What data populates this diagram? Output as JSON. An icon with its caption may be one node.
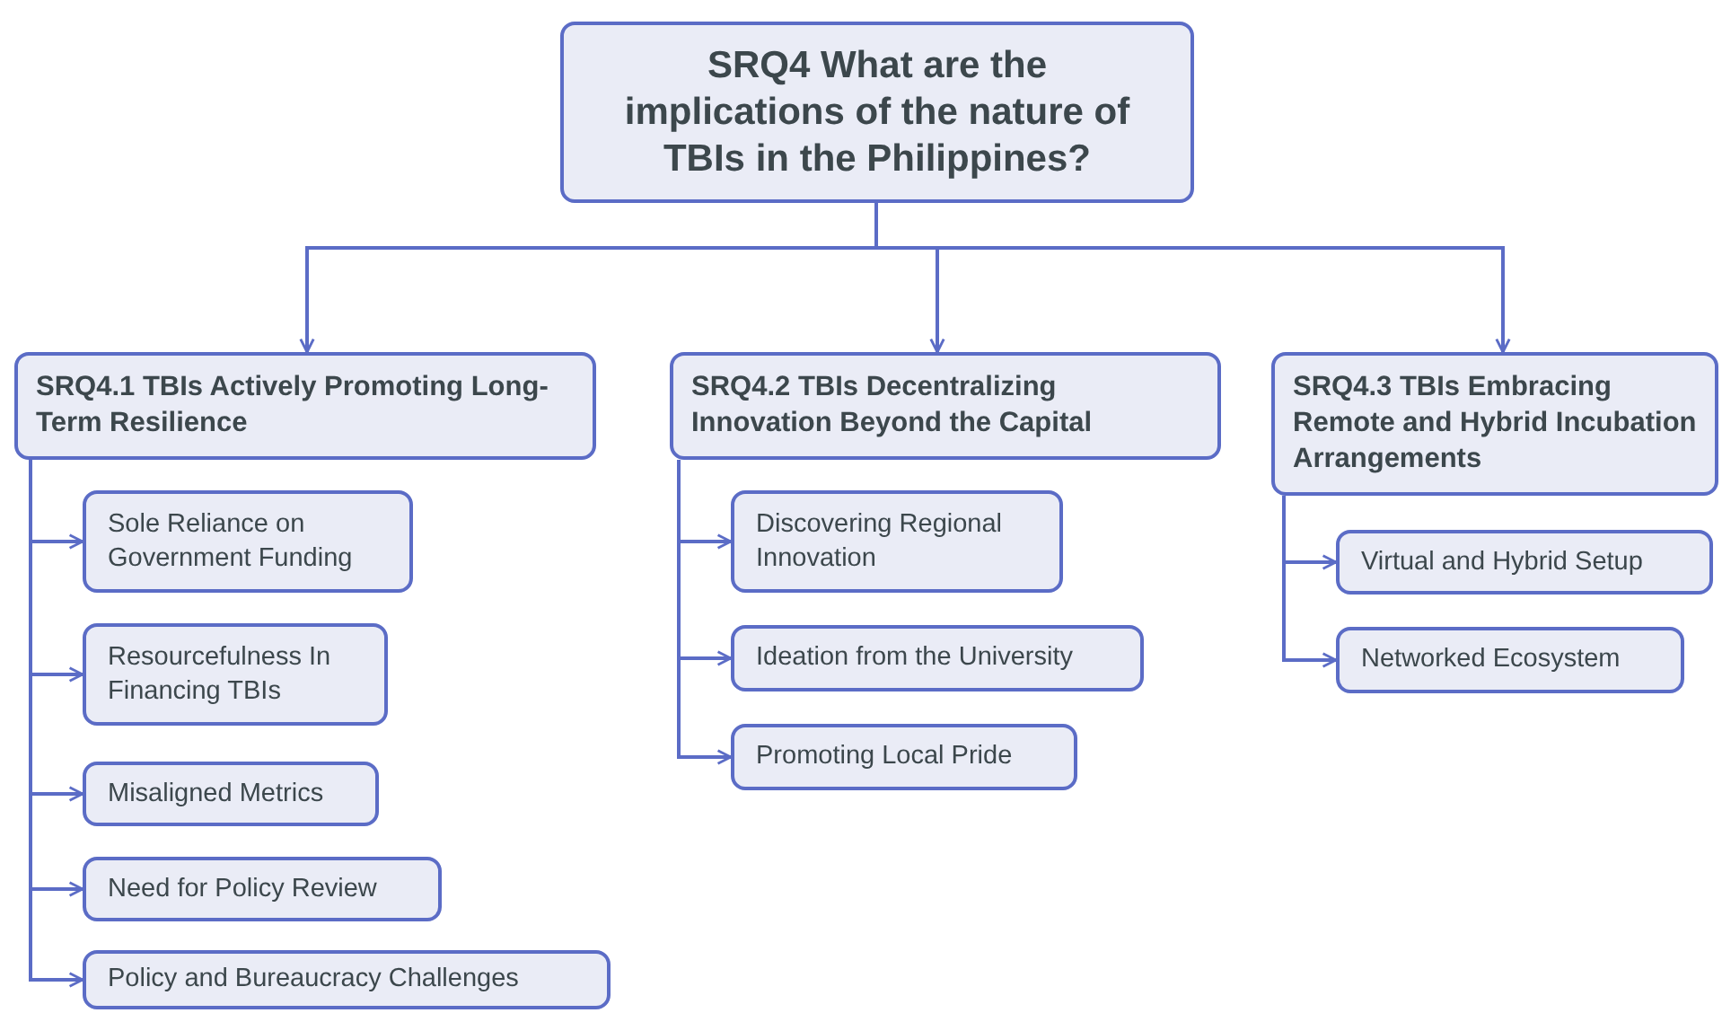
{
  "diagram": {
    "nodes": [
      {
        "text": [
          "SRQ4 What are the implications of the nature of TBIs in the Philippines?"
        ]
      },
      {
        "text": [
          "SRQ4.1 TBIs Actively Promoting Long-Term Resilience"
        ]
      },
      {
        "text": [
          "SRQ4.2 TBIs Decentralizing Innovation Beyond the Capital"
        ]
      },
      {
        "text": [
          "SRQ4.3 TBIs Embracing Remote and Hybrid Incubation Arrangements"
        ]
      },
      {
        "text": [
          "Sole Reliance on Government Funding"
        ]
      },
      {
        "text": [
          "Resourcefulness In Financing TBIs"
        ]
      },
      {
        "text": [
          "Misaligned Metrics"
        ]
      },
      {
        "text": [
          "Need for Policy Review"
        ]
      },
      {
        "text": [
          "Policy and Bureaucracy Challenges"
        ]
      },
      {
        "text": [
          "Discovering Regional Innovation"
        ]
      },
      {
        "text": [
          "Ideation from the University"
        ]
      },
      {
        "text": [
          "Promoting Local Pride"
        ]
      },
      {
        "text": [
          "Virtual and Hybrid Setup"
        ]
      },
      {
        "text": [
          "Networked Ecosystem"
        ]
      }
    ],
    "edges": [
      {
        "from": 0,
        "to": 1,
        "arrow": "to"
      },
      {
        "from": 0,
        "to": 2,
        "arrow": "to"
      },
      {
        "from": 0,
        "to": 3,
        "arrow": "to"
      },
      {
        "from": 1,
        "to": 4,
        "arrow": "to"
      },
      {
        "from": 1,
        "to": 5,
        "arrow": "to"
      },
      {
        "from": 1,
        "to": 6,
        "arrow": "to"
      },
      {
        "from": 1,
        "to": 7,
        "arrow": "to"
      },
      {
        "from": 1,
        "to": 8,
        "arrow": "to"
      },
      {
        "from": 2,
        "to": 9,
        "arrow": "to"
      },
      {
        "from": 2,
        "to": 10,
        "arrow": "to"
      },
      {
        "from": 2,
        "to": 11,
        "arrow": "to"
      },
      {
        "from": 3,
        "to": 12,
        "arrow": "to"
      },
      {
        "from": 3,
        "to": 13,
        "arrow": "to"
      }
    ]
  }
}
